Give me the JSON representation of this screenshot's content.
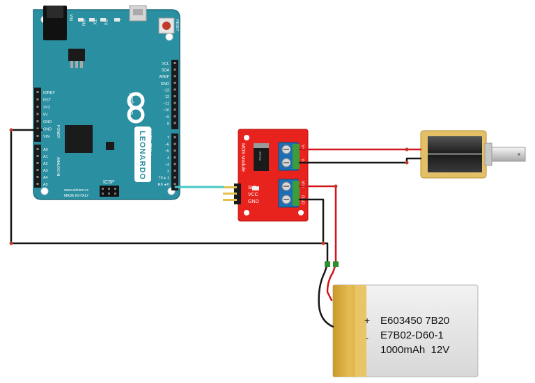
{
  "arduino": {
    "brand": "Arduino",
    "model": "LEONARDO",
    "website": "www.arduino.cc",
    "made_in": "MADE IN ITALY",
    "reset_label": "RESET",
    "icsp_label": "ICSP",
    "power_header": "POWER",
    "analog_header": "ANALOG IN",
    "digital_header": "DIGITAL (PWM~)",
    "power_pins": [
      "IOREF",
      "RST",
      "3V3",
      "5V",
      "GND",
      "GND",
      "VIN"
    ],
    "analog_pins": [
      "A0",
      "A1",
      "A2",
      "A3",
      "A4",
      "A5"
    ],
    "digital_pins_top": [
      "SCL",
      "SDA",
      "AREF",
      "GND",
      "~13",
      "12",
      "~11",
      "~10",
      "~9",
      "8"
    ],
    "digital_pins_bottom": [
      "7",
      "~6",
      "~5",
      "4",
      "~3",
      "2",
      "TX ▸ 1",
      "RX ◂ 0"
    ],
    "top_labels": [
      "VIN",
      "ON",
      "TX",
      "RX",
      "L"
    ]
  },
  "mos_module": {
    "title": "MOS Module",
    "chip": "IRF520",
    "pins": [
      "SIG",
      "VCC",
      "GND"
    ],
    "load_terminals": [
      "V+",
      "V-"
    ],
    "power_terminals": [
      "VIN",
      "GND"
    ]
  },
  "battery": {
    "polarity_plus": "+",
    "polarity_minus": "-",
    "line1": "E603450 7B20",
    "line2": "E7B02-D60-1",
    "line3": "1000mAh  12V"
  },
  "colors": {
    "board": "#2a8fa0",
    "module": "#e8221c",
    "wire_red": "#d0151b",
    "wire_black": "#151515",
    "signal_wire": "#45c8c6",
    "battery_gold": "#d9ac3c",
    "battery_body": "#e5e5e5"
  }
}
